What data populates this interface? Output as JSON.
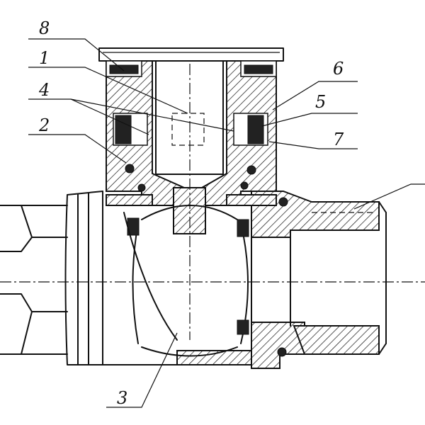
{
  "drawing": {
    "callouts": [
      "8",
      "1",
      "4",
      "2",
      "6",
      "5",
      "7",
      "3"
    ]
  }
}
